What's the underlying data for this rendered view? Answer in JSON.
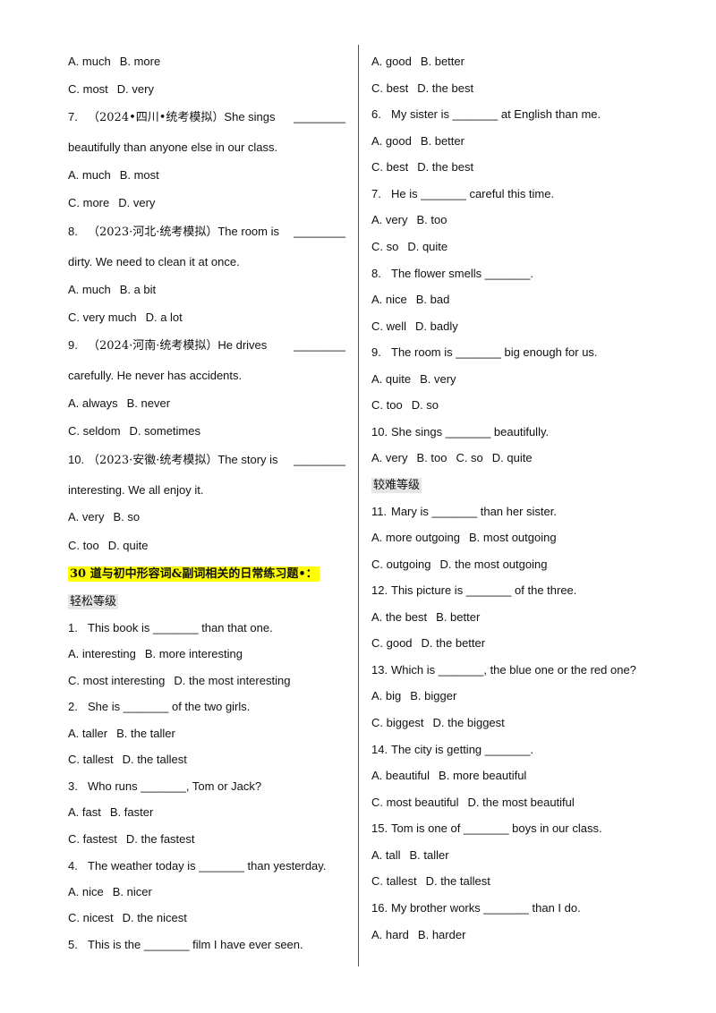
{
  "left": {
    "q6_opts_a": [
      "A. much",
      "B. more"
    ],
    "q6_opts_c": [
      "C. most",
      "D. very"
    ],
    "q7": {
      "num": "7.",
      "src": "（2024•四川•统考模拟）",
      "stem1": "She sings",
      "blank": "________",
      "stem2": "beautifully than anyone else in our class."
    },
    "q7_opts_a": [
      "A. much",
      "B. most"
    ],
    "q7_opts_c": [
      "C. more",
      "D. very"
    ],
    "q8": {
      "num": "8.",
      "src": "（2023·河北·统考模拟）",
      "stem1": "The room is",
      "blank": "________",
      "stem2": "dirty. We need to clean it at once."
    },
    "q8_opts_a": [
      "A. much",
      "B. a bit"
    ],
    "q8_opts_c": [
      "C. very much",
      "D. a lot"
    ],
    "q9": {
      "num": "9.",
      "src": "（2024·河南·统考模拟）",
      "stem1": "He drives",
      "blank": "________",
      "stem2": "carefully. He never has accidents."
    },
    "q9_opts_a": [
      "A. always",
      "B. never"
    ],
    "q9_opts_c": [
      "C. seldom",
      "D. sometimes"
    ],
    "q10": {
      "num": "10.",
      "src": "（2023·安徽·统考模拟）",
      "stem1": "The story is",
      "blank": "________",
      "stem2": "interesting. We all enjoy it."
    },
    "q10_opts_a": [
      "A. very",
      "B. so"
    ],
    "q10_opts_c": [
      "C. too",
      "D. quite"
    ],
    "section_title": "30 道与初中形容词&副词相关的日常练习题•：",
    "level_easy": "轻松等级",
    "e1": {
      "num": "1.",
      "text": "This book is _______ than that one."
    },
    "e1_a": [
      "A. interesting",
      "B. more interesting"
    ],
    "e1_c": [
      "C. most interesting",
      "D. the most interesting"
    ],
    "e2": {
      "num": "2.",
      "text": "She is _______ of the two girls."
    },
    "e2_a": [
      "A. taller",
      "B. the taller"
    ],
    "e2_c": [
      "C. tallest",
      "D. the tallest"
    ],
    "e3": {
      "num": "3.",
      "text": "Who runs _______, Tom or Jack?"
    },
    "e3_a": [
      "A. fast",
      "B. faster"
    ],
    "e3_c": [
      "C. fastest",
      "D. the fastest"
    ],
    "e4": {
      "num": "4.",
      "text": "The weather today is _______ than yesterday."
    },
    "e4_a": [
      "A. nice",
      "B. nicer"
    ],
    "e4_c": [
      "C. nicest",
      "D. the nicest"
    ],
    "e5": {
      "num": "5.",
      "text": "This is the _______ film I have ever seen."
    }
  },
  "right": {
    "e5_a": [
      "A. good",
      "B. better"
    ],
    "e5_c": [
      "C. best",
      "D. the best"
    ],
    "e6": {
      "num": "6.",
      "text": "My sister is _______ at English than me."
    },
    "e6_a": [
      "A. good",
      "B. better"
    ],
    "e6_c": [
      "C. best",
      "D. the best"
    ],
    "e7": {
      "num": "7.",
      "text": "He is _______ careful this time."
    },
    "e7_a": [
      "A. very",
      "B. too"
    ],
    "e7_c": [
      "C. so",
      "D. quite"
    ],
    "e8": {
      "num": "8.",
      "text": "The flower smells _______."
    },
    "e8_a": [
      "A. nice",
      "B. bad"
    ],
    "e8_c": [
      "C. well",
      "D. badly"
    ],
    "e9": {
      "num": "9.",
      "text": "The room is _______ big enough for us."
    },
    "e9_a": [
      "A. quite",
      "B. very"
    ],
    "e9_c": [
      "C. too",
      "D. so"
    ],
    "e10": {
      "num": "10.",
      "text": "She sings _______ beautifully."
    },
    "e10_opts": [
      "A. very",
      "B. too",
      "C. so",
      "D. quite"
    ],
    "level_hard": "较难等级",
    "h11": {
      "num": "11.",
      "text": "Mary is _______ than her sister."
    },
    "h11_a": [
      "A. more outgoing",
      "B. most outgoing"
    ],
    "h11_c": [
      "C. outgoing",
      "D. the most outgoing"
    ],
    "h12": {
      "num": "12.",
      "text": "This picture is _______ of the three."
    },
    "h12_a": [
      "A. the best",
      "B. better"
    ],
    "h12_c": [
      "C. good",
      "D. the better"
    ],
    "h13": {
      "num": "13.",
      "text": "Which is _______, the blue one or the red one?"
    },
    "h13_a": [
      "A. big",
      "B. bigger"
    ],
    "h13_c": [
      "C. biggest",
      "D. the biggest"
    ],
    "h14": {
      "num": "14.",
      "text": "The city is getting _______."
    },
    "h14_a": [
      "A. beautiful",
      "B. more beautiful"
    ],
    "h14_c": [
      "C. most beautiful",
      "D. the most beautiful"
    ],
    "h15": {
      "num": "15.",
      "text": "Tom is one of _______ boys in our class."
    },
    "h15_a": [
      "A. tall",
      "B. taller"
    ],
    "h15_c": [
      "C. tallest",
      "D. the tallest"
    ],
    "h16": {
      "num": "16.",
      "text": "My brother works _______ than I do."
    },
    "h16_a": [
      "A. hard",
      "B. harder"
    ]
  }
}
